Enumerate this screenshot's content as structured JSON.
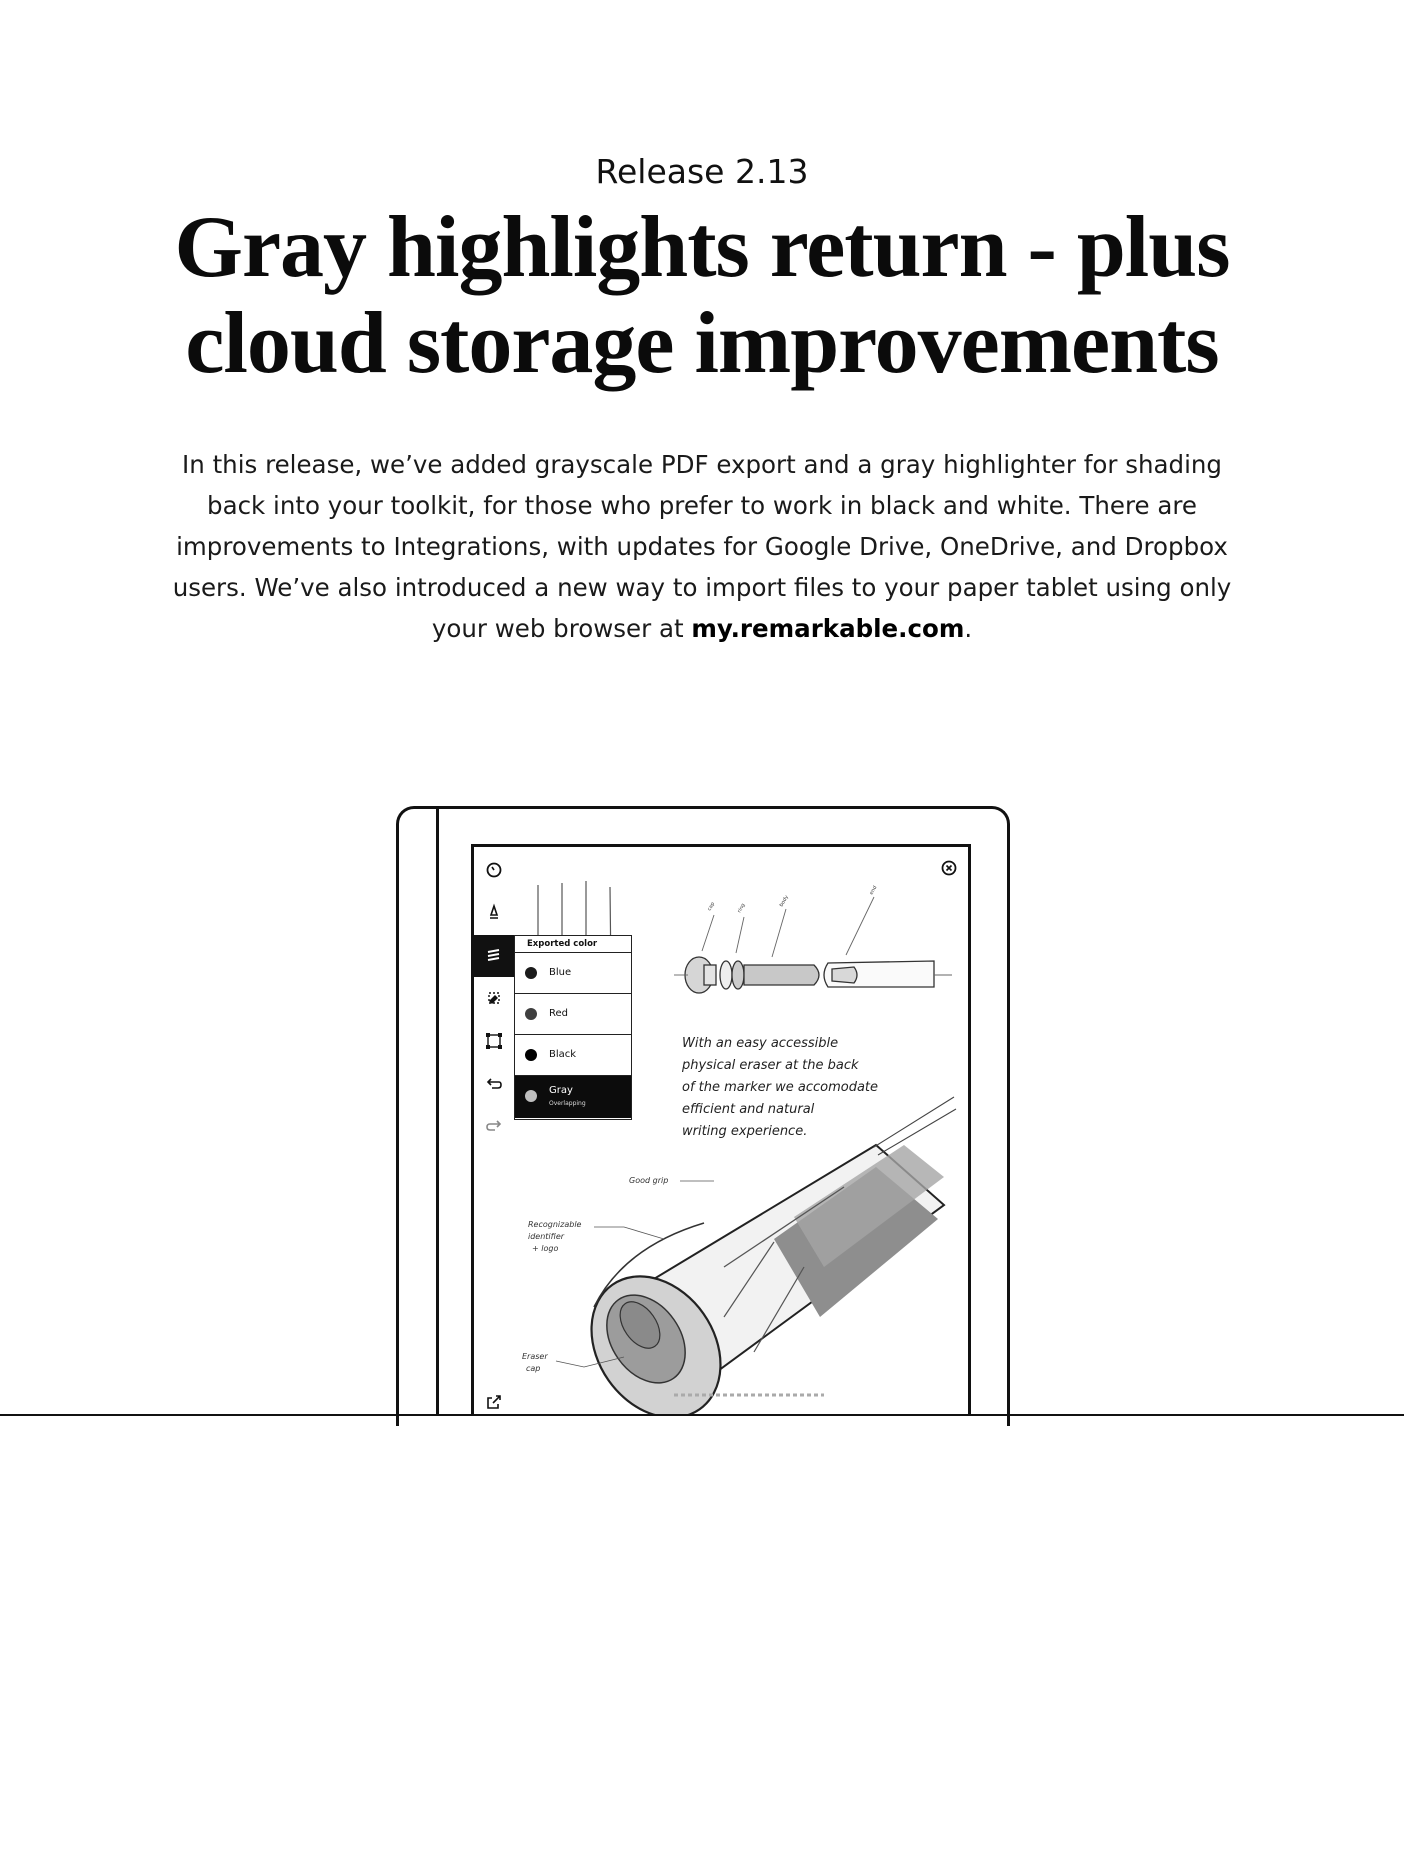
{
  "header": {
    "eyebrow": "Release 2.13",
    "title_line1": "Gray highlights return - plus",
    "title_line2": "cloud storage improvements"
  },
  "intro": {
    "text": "In this release, we’ve added grayscale PDF export and a gray highlighter for shading back into your toolkit, for those who prefer to work in black and white. There are improvements to Integrations, with updates for Google Drive, OneDrive, and Dropbox users. We’ve also introduced a new way to import files to your paper tablet using only your web browser at ",
    "link_text": "my.remarkable.com",
    "end": "."
  },
  "device": {
    "menu": {
      "title": "Exported color",
      "items": [
        {
          "label": "Blue",
          "color": "#1b1b1b"
        },
        {
          "label": "Red",
          "color": "#3f3f3f"
        },
        {
          "label": "Black",
          "color": "#000000"
        },
        {
          "label": "Gray",
          "sublabel": "Overlapping",
          "color": "#bfbfbf",
          "selected": true
        }
      ]
    },
    "sketch": {
      "note_lines": [
        "With an easy accessible",
        "physical eraser at the back",
        "of the marker we accomodate",
        "efficient and natural",
        "writing experience."
      ],
      "labels": [
        "Good grip",
        "Recognizable",
        "identifier",
        "+ logo",
        "Eraser",
        "cap"
      ]
    }
  }
}
